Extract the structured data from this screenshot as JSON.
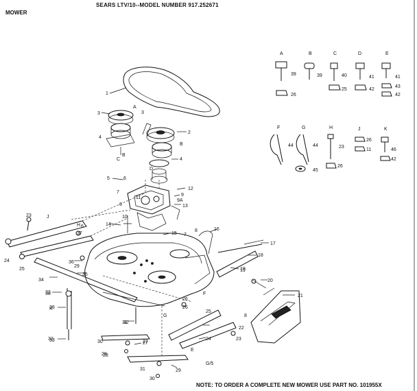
{
  "header": {
    "title": "SEARS LTV/10--MODEL NUMBER 917.252671",
    "section": "MOWER"
  },
  "footer": {
    "code": "G/5",
    "note": "NOTE: TO ORDER A COMPLETE NEW MOWER USE PART NO. 101955X"
  },
  "hardware_letters": [
    "A",
    "B",
    "C",
    "D",
    "E",
    "F",
    "G",
    "H",
    "J",
    "K"
  ],
  "hardware_numbers": [
    "39",
    "39",
    "40",
    "41",
    "41",
    "26",
    "25",
    "42",
    "43",
    "42",
    "44",
    "44",
    "23",
    "26",
    "11",
    "46",
    "42",
    "45",
    "26"
  ],
  "callouts": [
    "1",
    "2",
    "3",
    "3",
    "A",
    "4",
    "B",
    "C",
    "B",
    "4",
    "5",
    "D",
    "6",
    "7",
    "8",
    "9",
    "9A",
    "10",
    "11",
    "12",
    "13",
    "14",
    "15",
    "16",
    "17",
    "18",
    "19",
    "20",
    "21",
    "22",
    "23",
    "24",
    "25",
    "26",
    "27",
    "28",
    "29",
    "30",
    "31",
    "32",
    "33",
    "34",
    "35",
    "36",
    "37",
    "38",
    "19",
    "23",
    "24",
    "25",
    "26",
    "27",
    "28",
    "29",
    "30",
    "31",
    "32",
    "33",
    "38",
    "K",
    "H",
    "J",
    "G",
    "E",
    "F",
    "8",
    "8",
    "7",
    "6"
  ]
}
